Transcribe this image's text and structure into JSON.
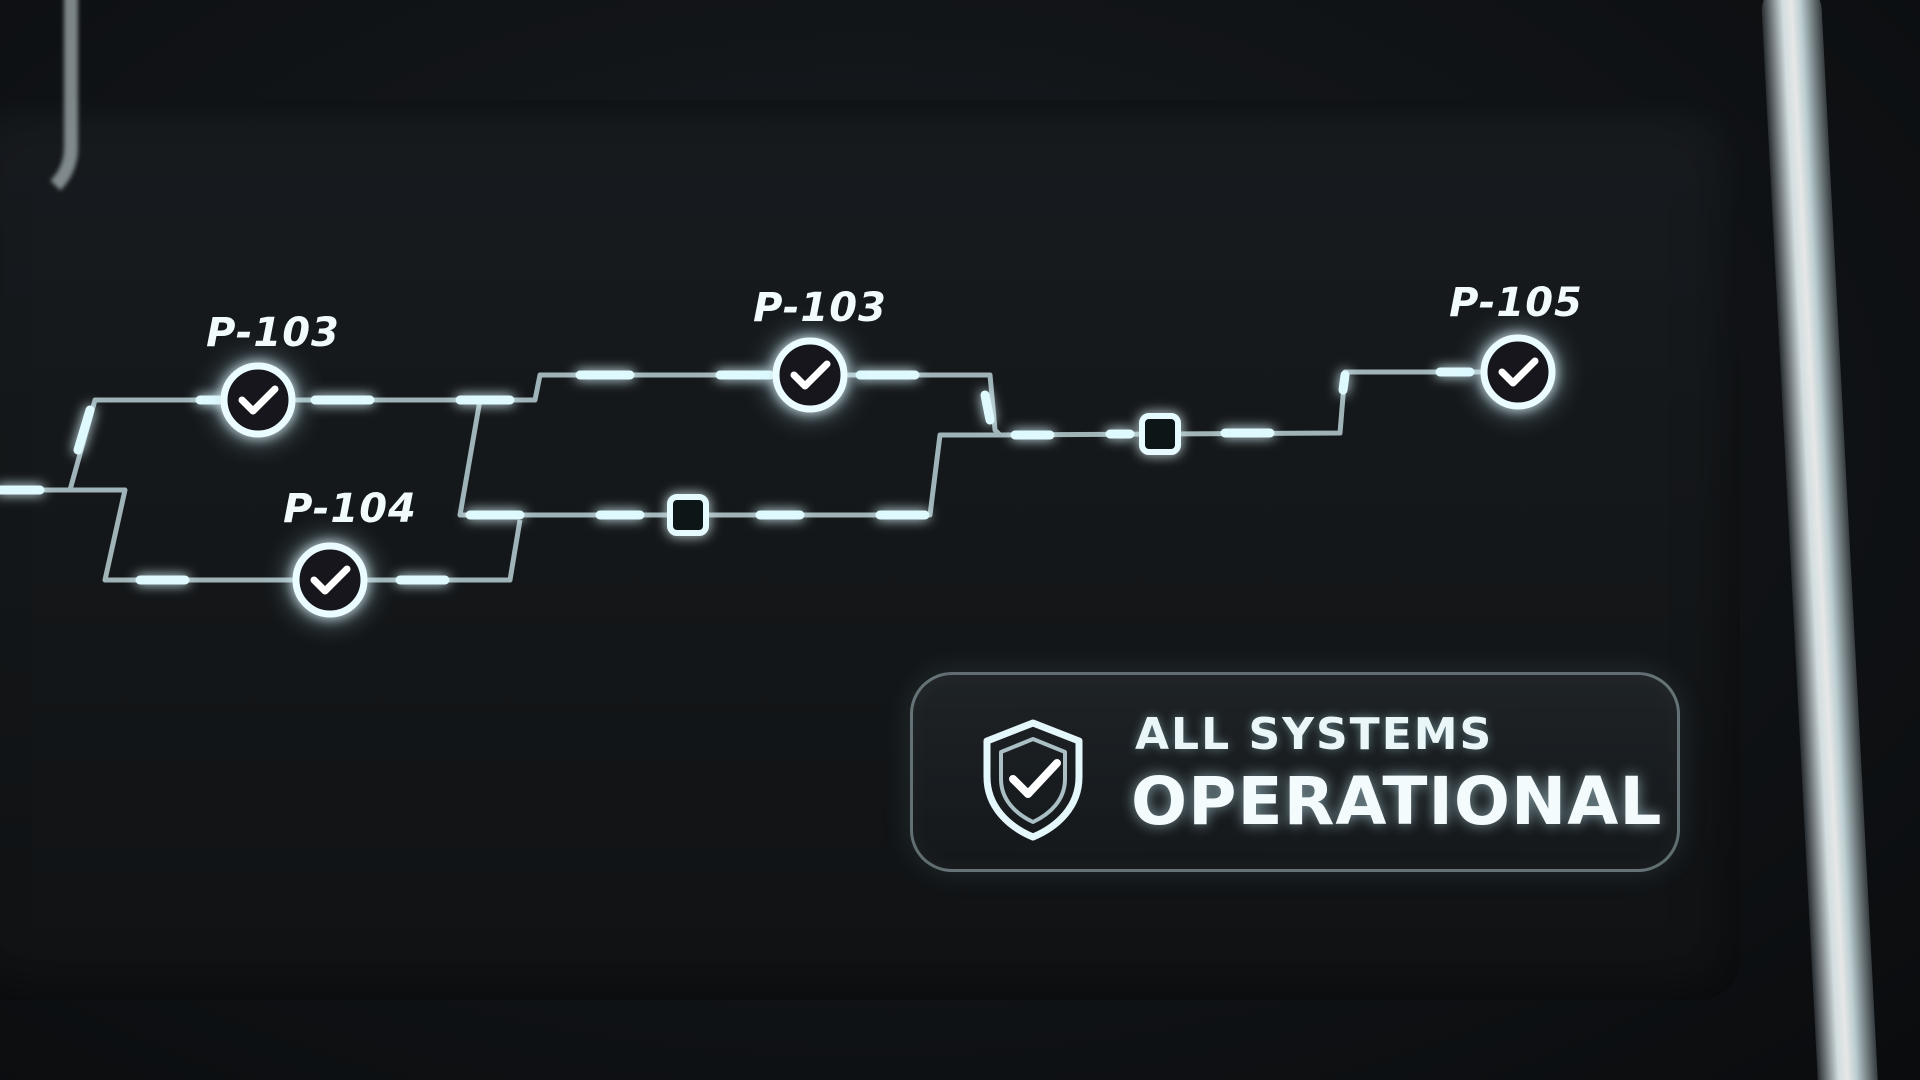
{
  "nodes": [
    {
      "id": "node-a",
      "label": "P-103",
      "icon": "check-icon",
      "status": "ok"
    },
    {
      "id": "node-b",
      "label": "P-104",
      "icon": "check-icon",
      "status": "ok"
    },
    {
      "id": "node-c",
      "label": "P-103",
      "icon": "check-icon",
      "status": "ok"
    },
    {
      "id": "node-d",
      "label": "P-105",
      "icon": "check-icon",
      "status": "ok"
    }
  ],
  "status": {
    "icon": "shield-check-icon",
    "line1": "ALL SYSTEMS",
    "line2": "OPERATIONAL"
  },
  "colors": {
    "background": "#121518",
    "line": "#cfe9ee",
    "glow": "#bff2ff",
    "text": "#f2fbfc"
  }
}
